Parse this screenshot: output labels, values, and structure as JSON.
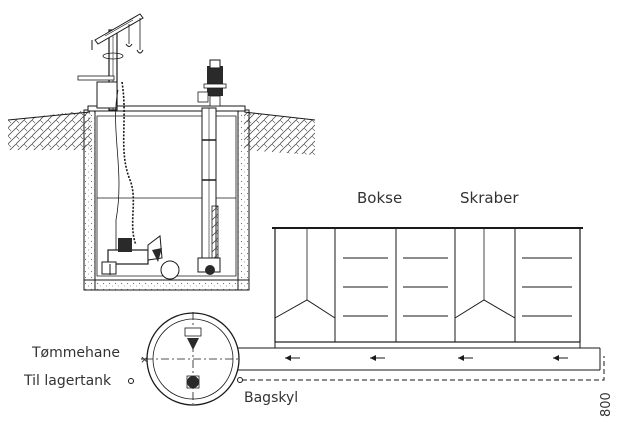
{
  "labels": {
    "bokse": "Bokse",
    "skraber": "Skraber",
    "tommehane": "Tømmehane",
    "til_lagertank": "Til lagertank",
    "bagskyl": "Bagskyl",
    "corner_code": "800"
  },
  "colors": {
    "line": "#1a1a1a",
    "text": "#333333",
    "soil_hatch": "#555555",
    "concrete": "#8a8a8a"
  },
  "icons": {
    "crane": "crane-icon",
    "mixer_propeller": "propeller-icon",
    "pump_motor": "motor-icon",
    "flow_arrow": "arrow-left-icon"
  }
}
